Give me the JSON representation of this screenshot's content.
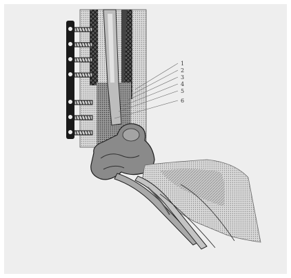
{
  "figure": {
    "callouts": [
      {
        "number": "1"
      },
      {
        "number": "2"
      },
      {
        "number": "3"
      },
      {
        "number": "4"
      },
      {
        "number": "5"
      },
      {
        "number": "6"
      }
    ]
  },
  "colors": {
    "background": "#ffffff",
    "paper": "#eeeeee",
    "bone": "#8a8a8a",
    "bone_dark": "#3a3a3a",
    "plate": "#1a1a1a"
  }
}
